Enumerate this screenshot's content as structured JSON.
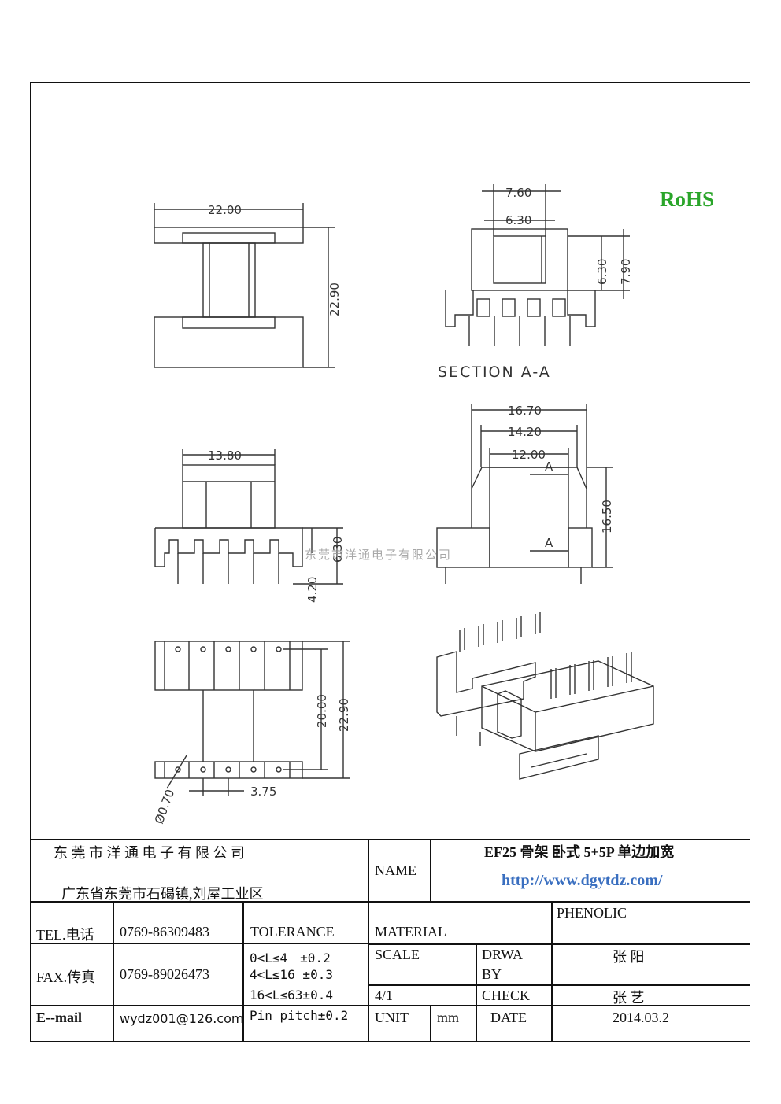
{
  "rohs": "RoHS",
  "watermark": "东莞市洋通电子有限公司",
  "drawing": {
    "section_label": "SECTION A-A",
    "section_marker": "A",
    "dims": {
      "width_top": "22.00",
      "height_top": "22.90",
      "sec_outer": "7.60",
      "sec_inner": "6.30",
      "sec_v_inner": "6.30",
      "sec_v_outer": "7.90",
      "front_width": "13.80",
      "front_h1": "6.30",
      "front_pin": "4.20",
      "side_outer": "16.70",
      "side_mid": "14.20",
      "side_inner": "12.00",
      "side_height": "16.50",
      "bottom_inner": "20.00",
      "bottom_outer": "22.90",
      "pitch": "3.75",
      "pin_dia": "Ø0.70"
    }
  },
  "company": {
    "name": "东 莞 市 洋 通 电 子 有 限 公 司",
    "address": "广东省东莞市石碣镇,刘屋工业区"
  },
  "name_label": "NAME",
  "part_name": "EF25 骨架 卧式 5+5P 单边加宽",
  "url": "http://www.dgytdz.com/",
  "tel_label": "TEL.电话",
  "tel": "0769-86309483",
  "fax_label": "FAX.传真",
  "fax": "0769-89026473",
  "email_label": "E--mail",
  "email": "wydz001@126.com",
  "tolerance_label": "TOLERANCE",
  "tolerances": [
    "0<L≤4　±0.2",
    "4<L≤16 ±0.3",
    "16<L≤63±0.4",
    "Pin pitch±0.2"
  ],
  "material_label": "MATERIAL",
  "material": "PHENOLIC",
  "scale_label": "SCALE",
  "scale": "4/1",
  "drawn_label_1": "DRWA",
  "drawn_label_2": "BY",
  "drawn_by": "张 阳",
  "check_label": "CHECK",
  "checked_by": "张 艺",
  "unit_label": "UNIT",
  "unit": "mm",
  "date_label": "DATE",
  "date": "2014.03.2"
}
